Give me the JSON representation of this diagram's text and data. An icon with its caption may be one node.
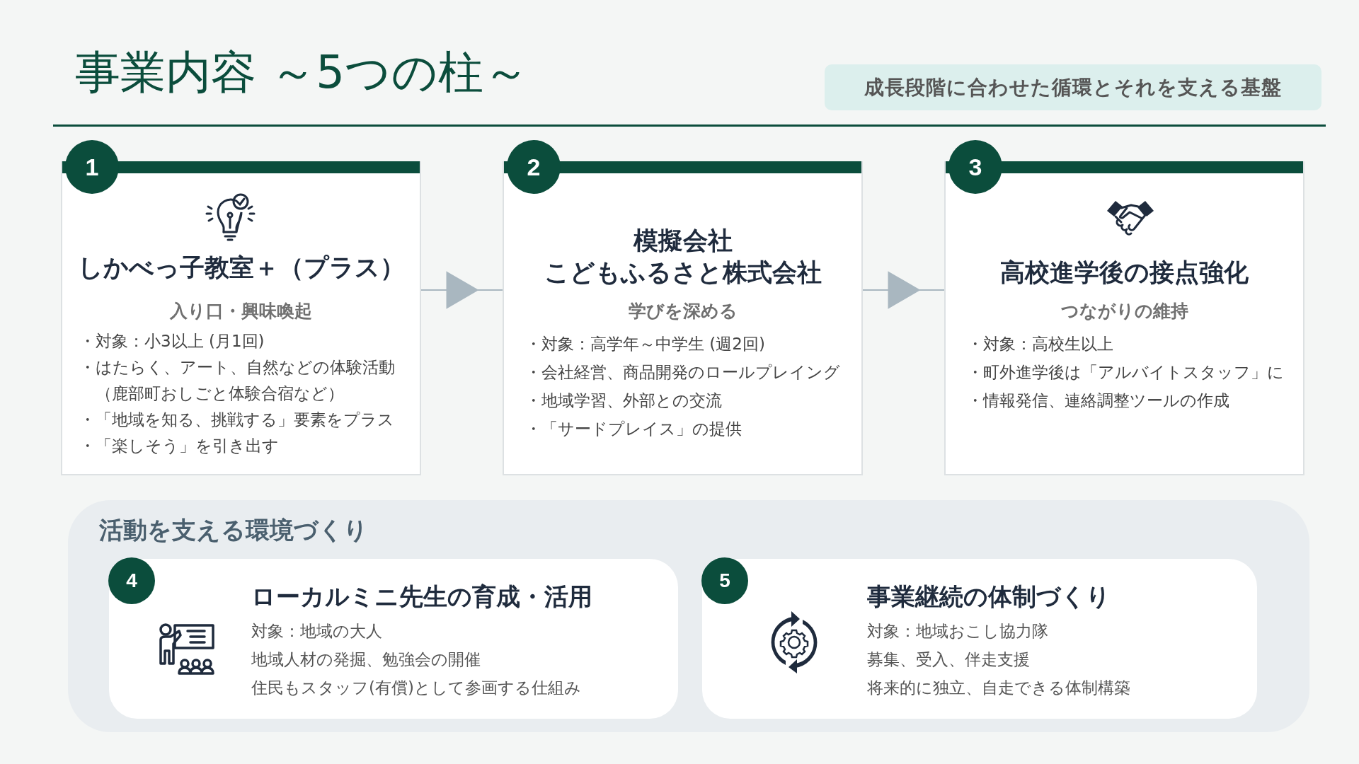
{
  "diagram": {
    "title": "事業内容 ～5つの柱～",
    "nodes": [
      {
        "text": [
          "1",
          "しかべっ子教室＋（プラス）",
          "入り口・興味喚起",
          "・対象：小3以上 (月1回)",
          "・はたらく、アート、自然などの体験活動（鹿部町おしごと体験合宿など）",
          "・「地域を知る、挑戦する」要素をプラス",
          "・「楽しそう」を引き出す"
        ]
      },
      {
        "text": [
          "2",
          "模擬会社こどもふるさと株式会社",
          "学びを深める",
          "・対象：高学年～中学生 (週2回)",
          "・会社経営、商品開発のロールプレイング",
          "・地域学習、外部との交流",
          "・「サードプレイス」の提供"
        ]
      },
      {
        "text": [
          "3",
          "高校進学後の接点強化",
          "つながりの維持",
          "・対象：高校生以上",
          "・町外進学後は「アルバイトスタッフ」に",
          "・情報発信、連絡調整ツールの作成"
        ]
      },
      {
        "text": [
          "活動を支える環境づくり"
        ]
      },
      {
        "text": [
          "4",
          "ローカルミニ先生の育成・活用",
          "対象：地域の大人",
          "地域人材の発掘、勉強会の開催",
          "住民もスタッフ(有償)として参画する仕組み"
        ],
        "in": 3
      },
      {
        "text": [
          "5",
          "事業継続の体制づくり",
          "対象：地域おこし協力隊",
          "募集、受入、伴走支援",
          "将来的に独立、自走できる体制構築"
        ],
        "in": 3
      }
    ],
    "edges": [
      {
        "from": 0,
        "to": 1,
        "arrow": "to"
      },
      {
        "from": 1,
        "to": 2,
        "arrow": "to"
      }
    ],
    "labels": [
      "成長段階に合わせた循環とそれを支える基盤"
    ]
  }
}
